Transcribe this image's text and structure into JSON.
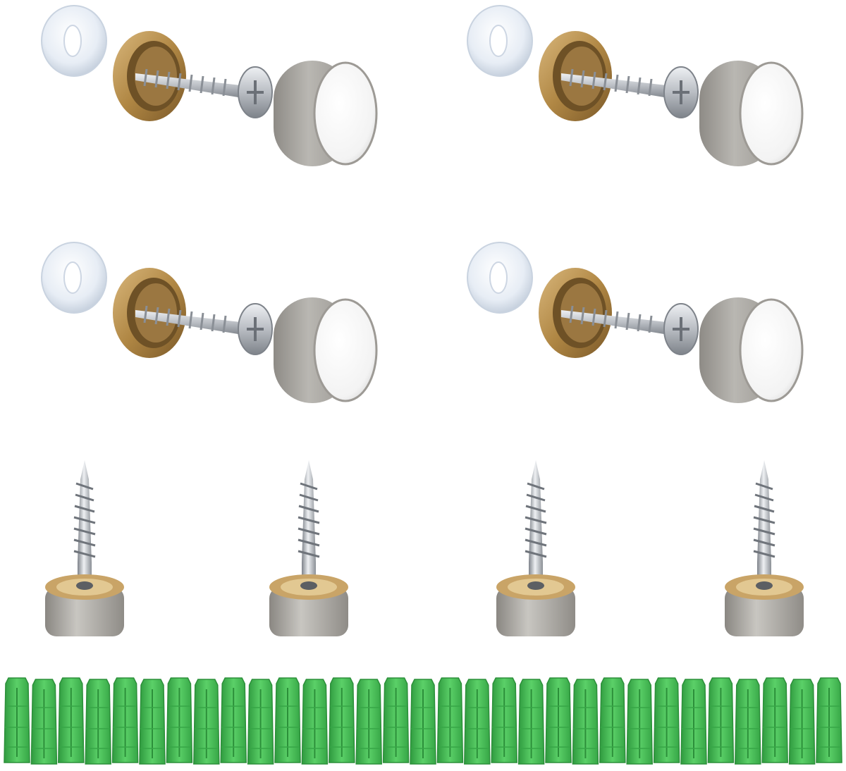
{
  "palette": {
    "background": "#ffffff",
    "washer": "#e6ecf4",
    "washer_edge": "#c9d3e0",
    "brass": "#b58d4e",
    "brass_dark": "#7d5c2b",
    "brass_light": "#d7b57a",
    "steel": "#a9a7a2",
    "steel_dark": "#7f7c77",
    "steel_face": "#f2f2f2",
    "screw": "#c9ccd1",
    "screw_dark": "#7e838a",
    "anchor": "#4cc35a",
    "anchor_dark": "#2f9a3f"
  },
  "assembly_sets": [
    {
      "name": "exploded-set-1",
      "parts": [
        "plastic-washer",
        "brass-sleeve",
        "screw",
        "cap"
      ]
    },
    {
      "name": "exploded-set-2",
      "parts": [
        "plastic-washer",
        "brass-sleeve",
        "screw",
        "cap"
      ]
    },
    {
      "name": "exploded-set-3",
      "parts": [
        "plastic-washer",
        "brass-sleeve",
        "screw",
        "cap"
      ]
    },
    {
      "name": "exploded-set-4",
      "parts": [
        "plastic-washer",
        "brass-sleeve",
        "screw",
        "cap"
      ]
    }
  ],
  "standing_screws": 4,
  "wall_anchors": 31
}
